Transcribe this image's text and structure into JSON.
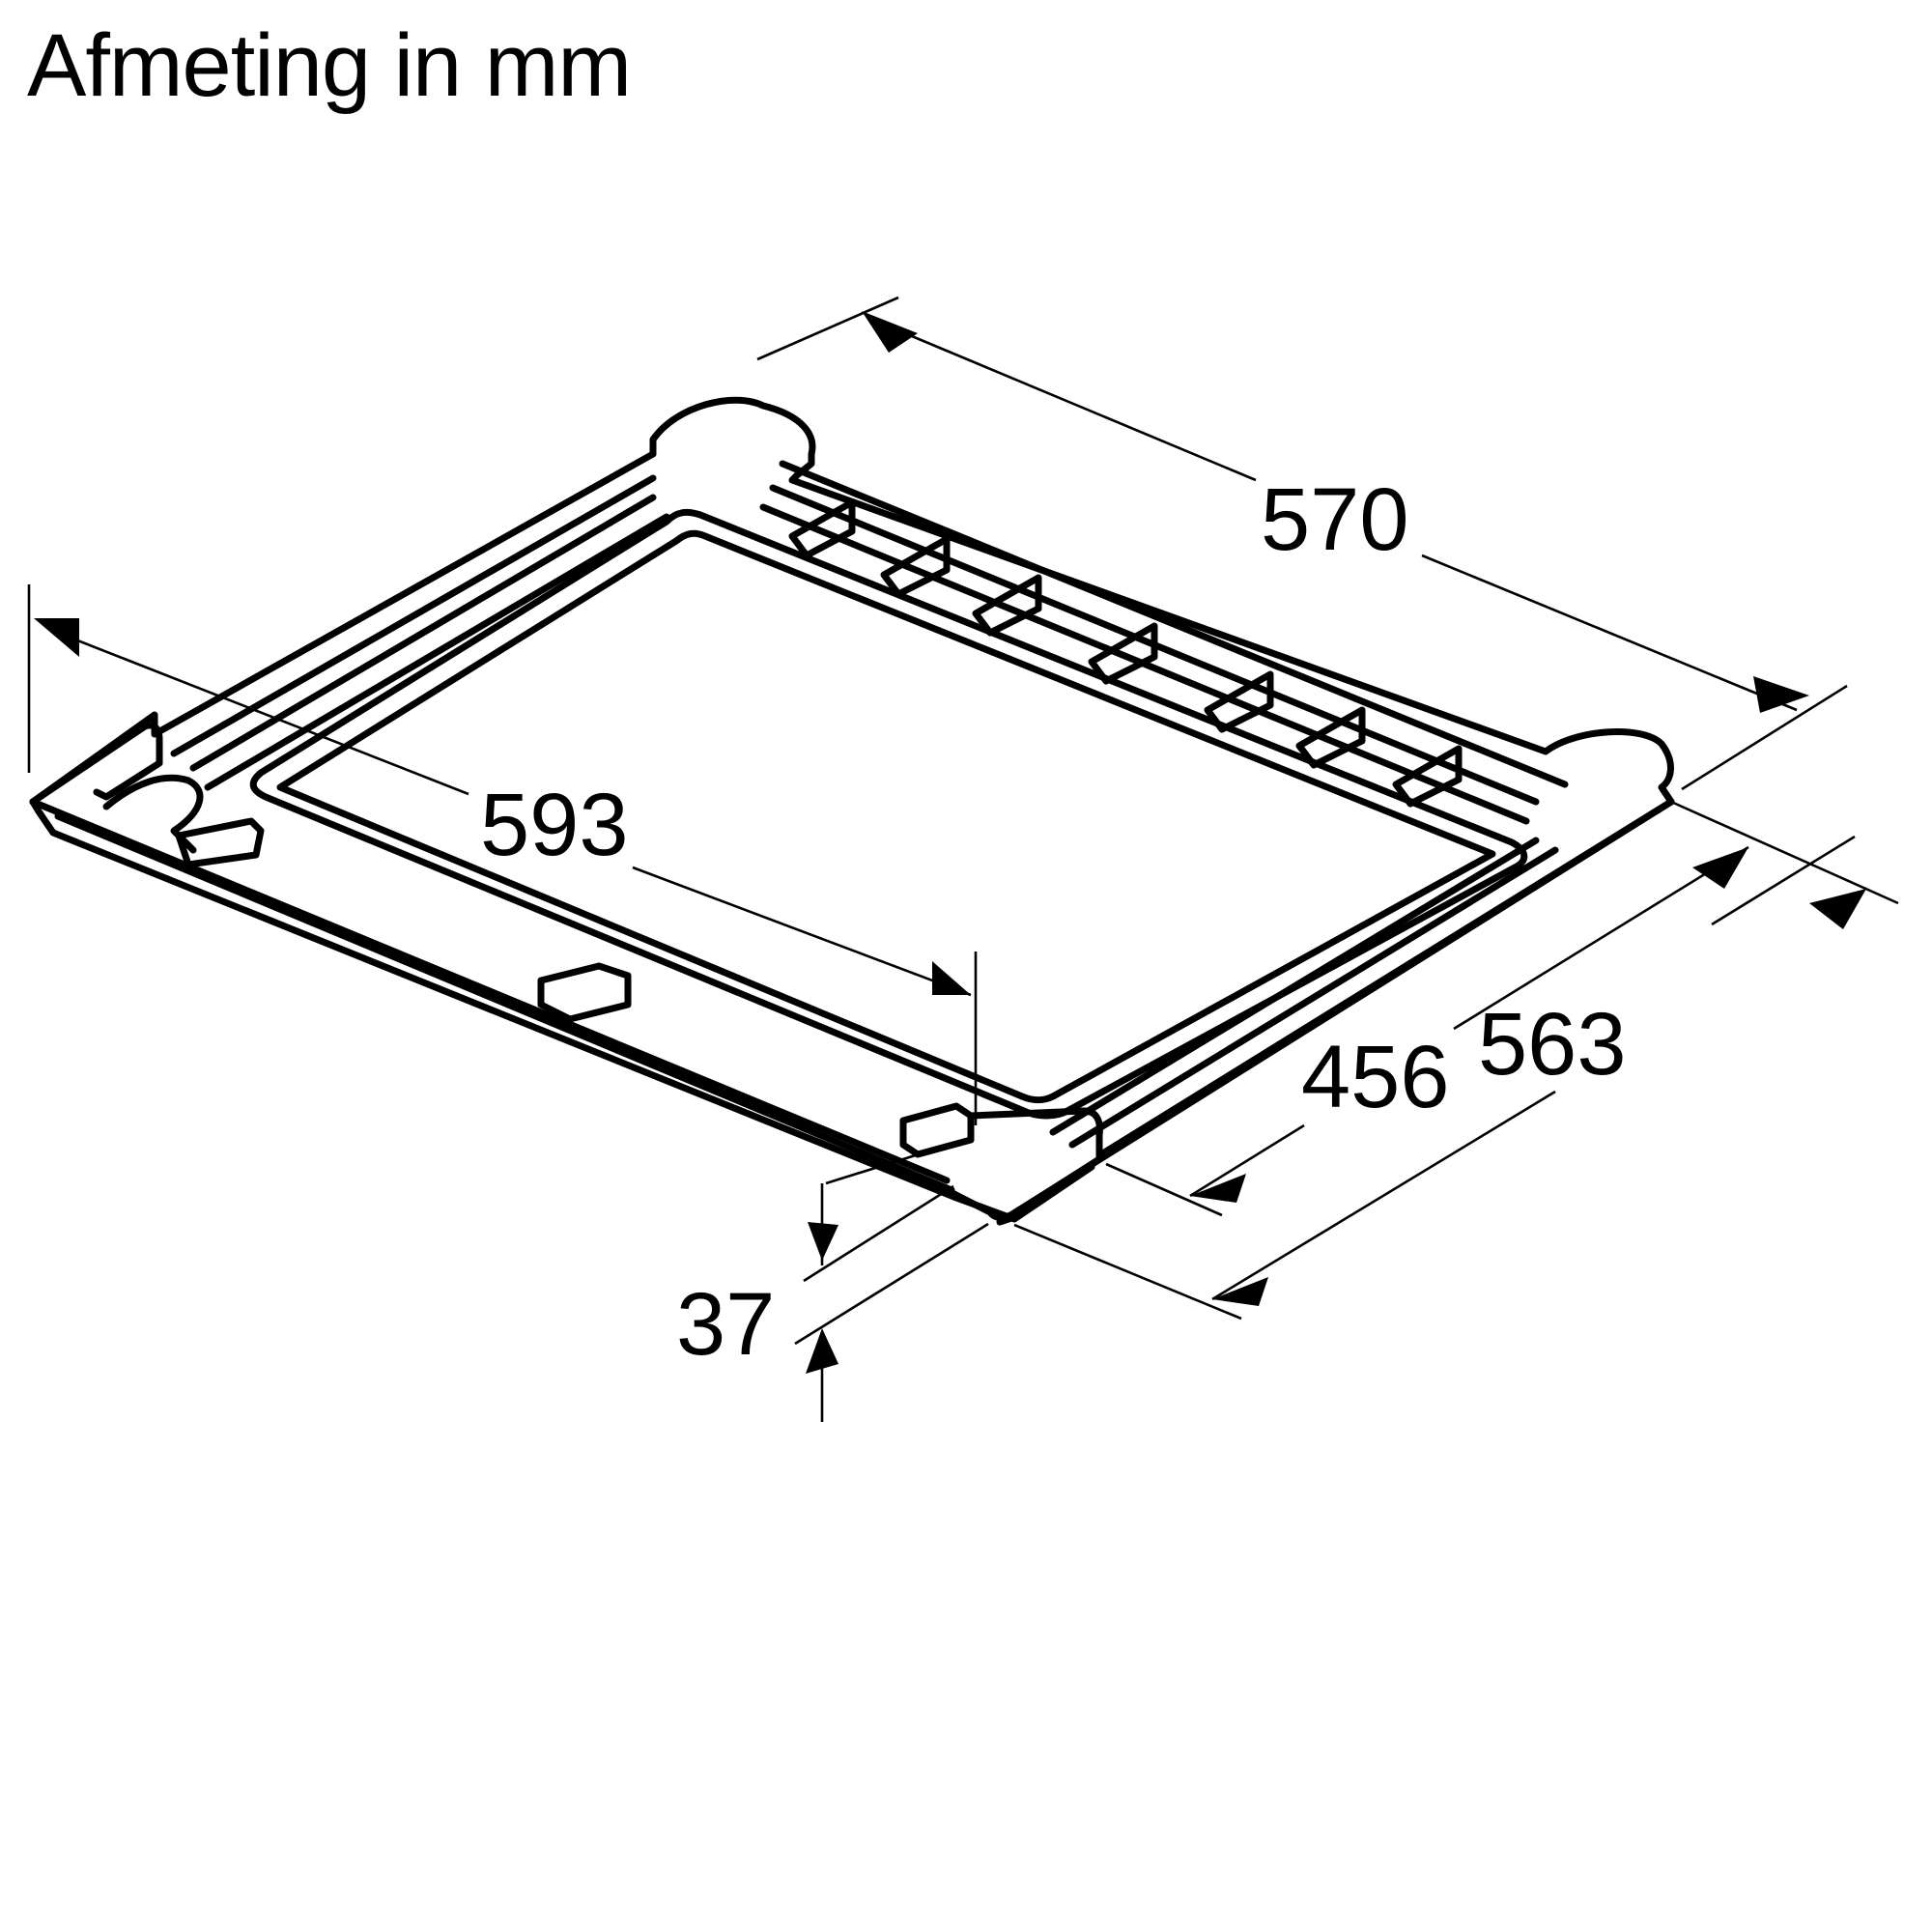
{
  "title": "Afmeting in mm",
  "unit": "mm",
  "dimensions": {
    "top_depth": "570",
    "front_width": "593",
    "inner_depth": "456",
    "outer_depth": "563",
    "height": "37"
  },
  "colors": {
    "line": "#000000",
    "background": "#ffffff"
  }
}
